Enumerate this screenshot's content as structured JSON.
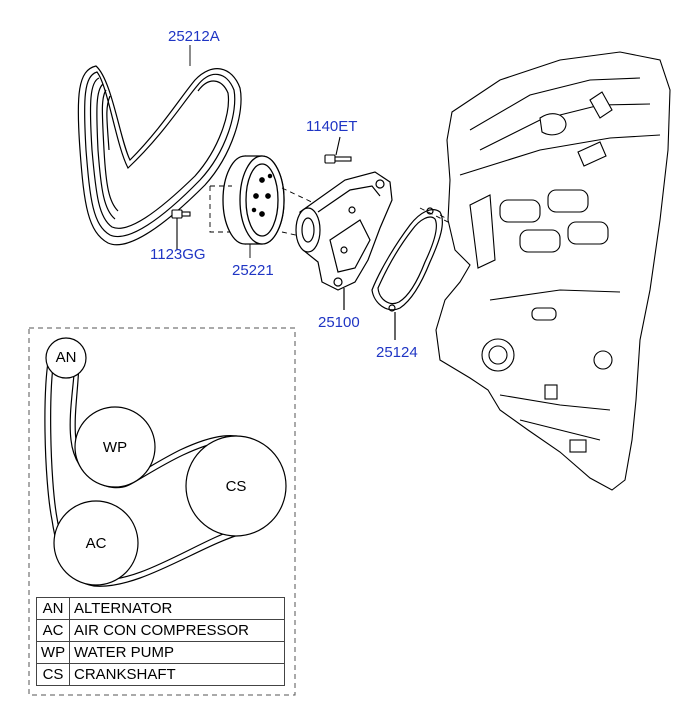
{
  "parts": {
    "belt": "25212A",
    "bolt_pump": "1140ET",
    "bolt_pulley": "1123GG",
    "pulley": "25221",
    "water_pump": "25100",
    "gasket": "25124"
  },
  "belt_routing": {
    "pulleys": [
      "AN",
      "WP",
      "CS",
      "AC"
    ]
  },
  "legend": [
    {
      "code": "AN",
      "name": "ALTERNATOR"
    },
    {
      "code": "AC",
      "name": "AIR CON COMPRESSOR"
    },
    {
      "code": "WP",
      "name": "WATER PUMP"
    },
    {
      "code": "CS",
      "name": "CRANKSHAFT"
    }
  ],
  "colors": {
    "part_label": "#1f35c4",
    "line": "#000000"
  }
}
